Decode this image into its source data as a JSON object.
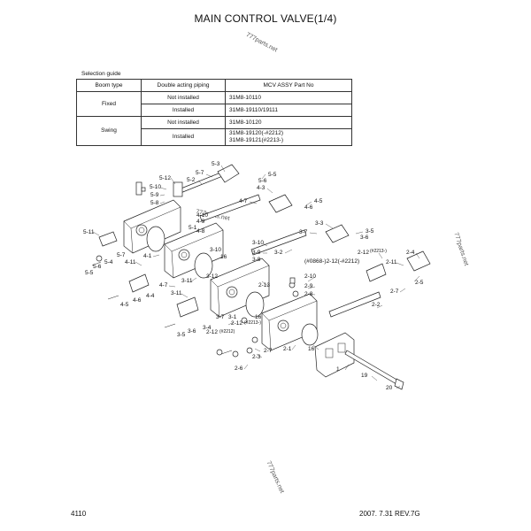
{
  "title": "MAIN CONTROL VALVE(1/4)",
  "watermarks": [
    "777parts.net",
    "777parts.net",
    "777parts.net",
    "777parts.net"
  ],
  "selection_guide": {
    "caption": "Selection guide",
    "headers": [
      "Boom type",
      "Double acting piping",
      "MCV ASSY Part No"
    ],
    "groups": [
      {
        "boom": "Fixed",
        "rows": [
          {
            "piping": "Not installed",
            "part": "31M8-10110"
          },
          {
            "piping": "Installed",
            "part": "31M8-19110/19111"
          }
        ]
      },
      {
        "boom": "Swing",
        "rows": [
          {
            "piping": "Not installed",
            "part": "31M8-10120"
          },
          {
            "piping": "Installed",
            "part": "31M8-19120(-#2212)",
            "part2": "31M8-19121(#2213-)"
          }
        ]
      }
    ]
  },
  "callouts": {
    "c1": "5-3",
    "c2": "5-12",
    "c3": "5-7",
    "c4": "5-2",
    "c5": "5-10",
    "c6": "5-9",
    "c7": "5-8",
    "c8": "5-5",
    "c9": "5-6",
    "c10": "4-3",
    "c11": "4-7",
    "c12": "4-5",
    "c13": "4-6",
    "c14": "5-11",
    "c15": "5-1",
    "c16": "4-8",
    "c17": "3-3",
    "c18": "3-5",
    "c19": "3-6",
    "c20": "3-7",
    "c21": "3-10",
    "c22": "3-9",
    "c23": "3-8",
    "c24": "3-2",
    "c25": "5-7",
    "c26": "5-4",
    "c27": "5-6",
    "c28": "5-5",
    "c29": "4-11",
    "c30": "4-1",
    "c31": "16",
    "c32": "3-10",
    "c33": "3-12",
    "c34": "(#0868-)2-12(-#2212)",
    "c35": "2-12",
    "c36": "(#2213-)",
    "c37": "2-4",
    "c38": "2-11",
    "c39": "2-5",
    "c40": "2-7",
    "c41": "2-10",
    "c42": "2-9",
    "c43": "2-8",
    "c44": "2-13",
    "c45": "2-2",
    "c46": "3-11",
    "c47": "4-4",
    "c48": "4-6",
    "c49": "4-5",
    "c50": "4-7",
    "c51": "3-11",
    "c52": "3-1",
    "c53": "16",
    "c54": "3-7",
    "c55": "3-4",
    "c56": "3-6",
    "c57": "3-5",
    "c58": "2-12",
    "c59": "(#2213-)",
    "c60": "2-1",
    "c61": "16",
    "c62": "2-12",
    "c63": "(#2212)",
    "c64": "2-7",
    "c65": "2-3",
    "c66": "2-6",
    "c67": "1",
    "c68": "19",
    "c69": "20",
    "c70": "4-10",
    "c71": "4-9"
  },
  "footer": {
    "page": "4110",
    "revision": "2007. 7.31  REV.7G"
  }
}
